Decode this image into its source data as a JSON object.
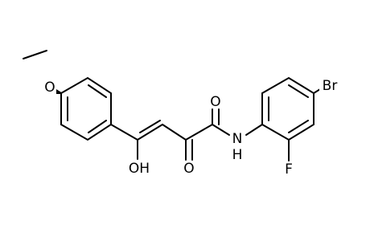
{
  "molecule": {
    "atoms": {
      "methoxy_oxygen": "O",
      "hydroxyl": "OH",
      "ketone_oxygen": "O",
      "amide_oxygen": "O",
      "amide_nitrogen": "N",
      "amide_hydrogen": "H",
      "bromine": "Br",
      "fluorine": "F"
    }
  }
}
